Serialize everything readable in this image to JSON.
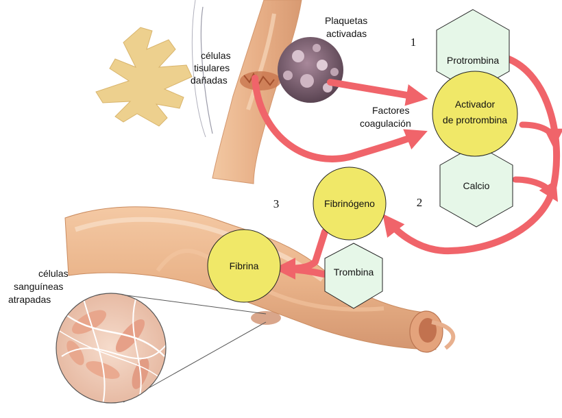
{
  "labels": {
    "plaquetas_line1": "Plaquetas",
    "plaquetas_line2": "activadas",
    "celulas_tisulares_line1": "células",
    "celulas_tisulares_line2": "tisulares",
    "celulas_tisulares_line3": "dañadas",
    "factores_line1": "Factores",
    "factores_line2": "coagulación",
    "celulas_sanguineas_line1": "células",
    "celulas_sanguineas_line2": "sanguíneas",
    "celulas_sanguineas_line3": "atrapadas"
  },
  "nodes": {
    "protrombina": "Protrombina",
    "activador_line1": "Activador",
    "activador_line2": "de protrombina",
    "calcio": "Calcio",
    "fibrinogeno": "Fibrinógeno",
    "trombina": "Trombina",
    "fibrina": "Fibrina"
  },
  "steps": {
    "one": "1",
    "two": "2",
    "three": "3"
  },
  "colors": {
    "hexagon_fill": "#e6f7e8",
    "circle_fill": "#f0e868",
    "arrow": "#f0646a",
    "flesh": "#eab48a",
    "flesh_dark": "#c98a5e",
    "hand": "#edd08e"
  }
}
